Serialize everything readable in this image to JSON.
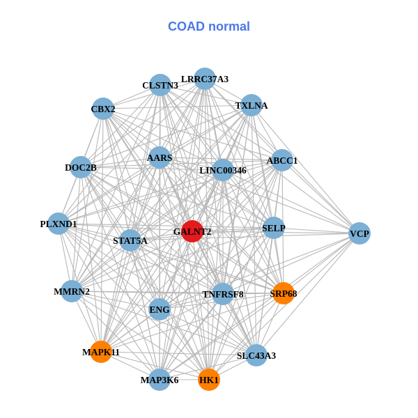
{
  "title": "COAD normal",
  "colors": {
    "title": "#4a78e6",
    "edge": "#b8b8b8",
    "default_node": "#7bafd4",
    "highlight_node": "#e41a1c",
    "orange_node": "#ff7f00",
    "label": "#000000"
  },
  "nodes": [
    {
      "id": "LRRC37A3",
      "label": "LRRC37A3",
      "color": "#7bafd4"
    },
    {
      "id": "CLSTN3",
      "label": "CLSTN3",
      "color": "#7bafd4"
    },
    {
      "id": "TXLNA",
      "label": "TXLNA",
      "color": "#7bafd4"
    },
    {
      "id": "CBX2",
      "label": "CBX2",
      "color": "#7bafd4"
    },
    {
      "id": "AARS",
      "label": "AARS",
      "color": "#7bafd4"
    },
    {
      "id": "ABCC1",
      "label": "ABCC1",
      "color": "#7bafd4"
    },
    {
      "id": "DOC2B",
      "label": "DOC2B",
      "color": "#7bafd4"
    },
    {
      "id": "LINC00346",
      "label": "LINC00346",
      "color": "#7bafd4"
    },
    {
      "id": "PLXND1",
      "label": "PLXND1",
      "color": "#7bafd4"
    },
    {
      "id": "GALNT2",
      "label": "GALNT2",
      "color": "#e41a1c"
    },
    {
      "id": "SELP",
      "label": "SELP",
      "color": "#7bafd4"
    },
    {
      "id": "STAT5A",
      "label": "STAT5A",
      "color": "#7bafd4"
    },
    {
      "id": "VCP",
      "label": "VCP",
      "color": "#7bafd4"
    },
    {
      "id": "MMRN2",
      "label": "MMRN2",
      "color": "#7bafd4"
    },
    {
      "id": "TNFRSF8",
      "label": "TNFRSF8",
      "color": "#7bafd4"
    },
    {
      "id": "SRP68",
      "label": "SRP68",
      "color": "#ff7f00"
    },
    {
      "id": "ENG",
      "label": "ENG",
      "color": "#7bafd4"
    },
    {
      "id": "MAPK11",
      "label": "MAPK11",
      "color": "#ff7f00"
    },
    {
      "id": "SLC43A3",
      "label": "SLC43A3",
      "color": "#7bafd4"
    },
    {
      "id": "MAP3K6",
      "label": "MAP3K6",
      "color": "#7bafd4"
    },
    {
      "id": "HK1",
      "label": "HK1",
      "color": "#ff7f00"
    }
  ],
  "edges": [
    [
      "VCP",
      "LRRC37A3"
    ],
    [
      "VCP",
      "TXLNA"
    ],
    [
      "VCP",
      "ABCC1"
    ],
    [
      "VCP",
      "LINC00346"
    ],
    [
      "VCP",
      "GALNT2"
    ],
    [
      "VCP",
      "SELP"
    ],
    [
      "VCP",
      "STAT5A"
    ],
    [
      "VCP",
      "TNFRSF8"
    ],
    [
      "VCP",
      "SRP68"
    ],
    [
      "VCP",
      "SLC43A3"
    ],
    [
      "VCP",
      "AARS"
    ],
    [
      "VCP",
      "ENG"
    ],
    [
      "VCP",
      "HK1"
    ],
    [
      "VCP",
      "MAP3K6"
    ],
    [
      "VCP",
      "CLSTN3"
    ]
  ],
  "dense_groups_note": "all other node pairs connected",
  "excluded_pairs": [
    [
      "VCP",
      "CBX2"
    ],
    [
      "VCP",
      "DOC2B"
    ],
    [
      "VCP",
      "PLXND1"
    ],
    [
      "VCP",
      "MMRN2"
    ],
    [
      "VCP",
      "MAPK11"
    ]
  ]
}
